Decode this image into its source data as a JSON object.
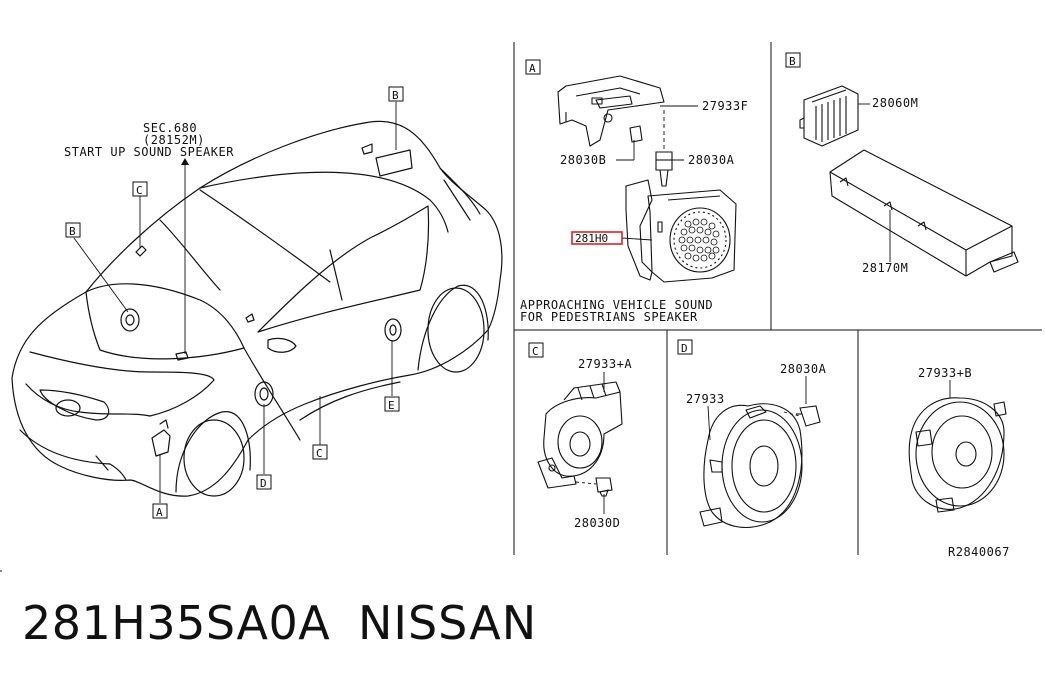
{
  "diagram": {
    "figure_id": "R2840067",
    "callouts": {
      "sec_ref": "SEC.680",
      "sec_part": "(28152M)",
      "sec_name": "START UP SOUND SPEAKER",
      "panel_a_caption_1": "APPROACHING VEHICLE SOUND",
      "panel_a_caption_2": "FOR PEDESTRIANS SPEAKER"
    },
    "car_markers": [
      "B",
      "C",
      "B",
      "A",
      "D",
      "E",
      "C"
    ],
    "panels": {
      "a": {
        "letter": "A",
        "parts": [
          "27933F",
          "28030B",
          "28030A",
          "281H0"
        ]
      },
      "b": {
        "letter": "B",
        "parts": [
          "28060M",
          "28170M"
        ]
      },
      "c": {
        "letter": "C",
        "parts": [
          "27933+A",
          "28030D"
        ]
      },
      "d": {
        "letter": "D",
        "parts": [
          "28030A",
          "27933"
        ]
      },
      "e": {
        "parts": [
          "27933+B"
        ]
      }
    }
  },
  "footer": {
    "part_number": "281H35SA0A",
    "brand": "NISSAN"
  },
  "colors": {
    "highlight": "#e0202a",
    "ink": "#111111"
  }
}
